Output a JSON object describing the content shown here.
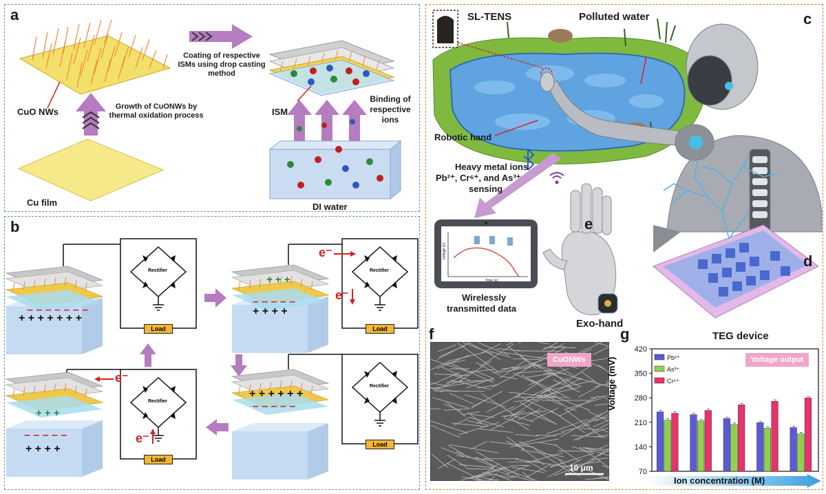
{
  "panel_a": {
    "letter": "a",
    "cuo_nws": "CuO NWs",
    "growth_text": "Growth of CuONWs by thermal oxidation process",
    "coating_text": "Coating of respective ISMs using drop casting method",
    "ism": "ISM",
    "binding_text": "Binding of respective ions",
    "cu_film": "Cu film",
    "di_water": "DI water"
  },
  "panel_b": {
    "letter": "b",
    "rectifier": "Rectifier",
    "load": "Load",
    "electron": "e⁻"
  },
  "panel_c": {
    "letter": "c",
    "sl_tens": "SL-TENS",
    "polluted_water": "Polluted  water",
    "robotic_hand": "Robotic hand",
    "heavy_metal_line1": "Heavy metal ions",
    "heavy_metal_line2": "Pb²⁺, Cr⁶⁺, and As³⁺",
    "heavy_metal_line3": "sensing",
    "wireless_line1": "Wirelessly",
    "wireless_line2": "transmitted data",
    "tablet_xlabel": "Time (s)",
    "tablet_ylabel": "Voltage (V)"
  },
  "panel_d": {
    "letter": "d",
    "teg_device": "TEG device"
  },
  "panel_e": {
    "letter": "e",
    "exo_hand": "Exo-hand"
  },
  "panel_f": {
    "letter": "f",
    "badge": "CuONWs",
    "scale_bar": "10 μm"
  },
  "panel_g": {
    "letter": "g",
    "badge": "Voltage output",
    "xlabel": "Ion concentration (M)"
  },
  "colors": {
    "dash_left": "#6a8bb0",
    "dash_right": "#e07a2a",
    "arrow_purple": "#b57cc0",
    "pb": "#5b5bd6",
    "as": "#8fd14f",
    "cr": "#e8336b"
  },
  "chart_data": {
    "type": "bar",
    "ylabel": "Voltage (mV)",
    "xlabel": "Ion concentration (M)",
    "ylim": [
      70,
      420
    ],
    "yticks": [
      70,
      140,
      210,
      280,
      350,
      420
    ],
    "categories": [
      "",
      "",
      "",
      "",
      ""
    ],
    "series": [
      {
        "name": "Pb²⁺",
        "values": [
          240,
          232,
          221,
          209,
          195
        ]
      },
      {
        "name": "As³⁺",
        "values": [
          216,
          214,
          204,
          193,
          177
        ]
      },
      {
        "name": "Cr⁶⁺",
        "values": [
          236,
          244,
          260,
          270,
          280
        ]
      }
    ],
    "legend": "top-left"
  }
}
